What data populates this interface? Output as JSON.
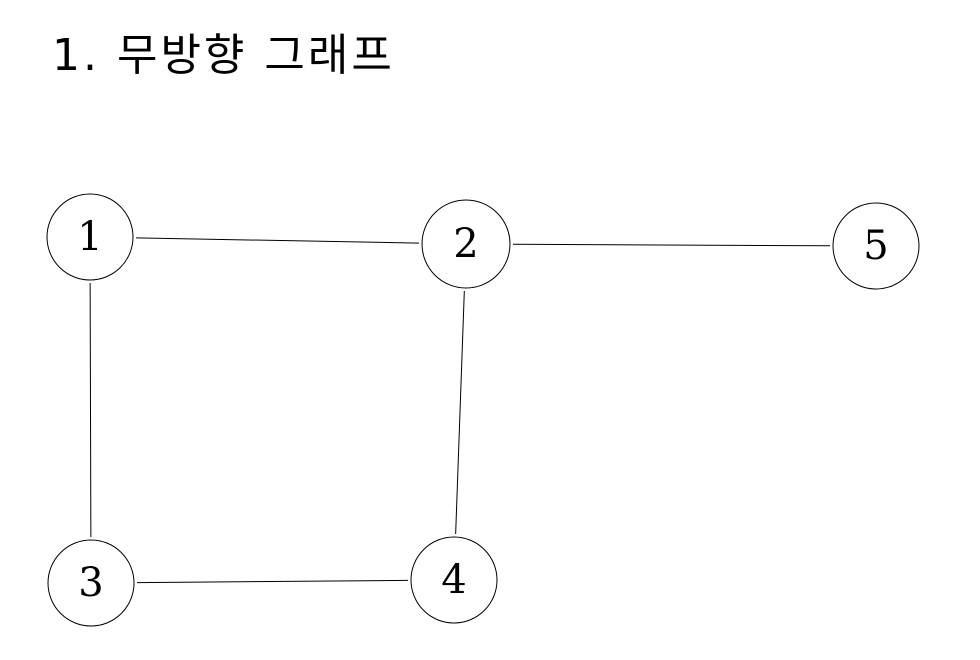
{
  "title": "1. 무방향 그래프",
  "graph": {
    "directed": false,
    "nodes": [
      {
        "id": "1",
        "label": "1"
      },
      {
        "id": "2",
        "label": "2"
      },
      {
        "id": "5",
        "label": "5"
      },
      {
        "id": "3",
        "label": "3"
      },
      {
        "id": "4",
        "label": "4"
      }
    ],
    "edges": [
      {
        "from": "1",
        "to": "2"
      },
      {
        "from": "2",
        "to": "5"
      },
      {
        "from": "1",
        "to": "3"
      },
      {
        "from": "2",
        "to": "4"
      },
      {
        "from": "3",
        "to": "4"
      }
    ]
  }
}
